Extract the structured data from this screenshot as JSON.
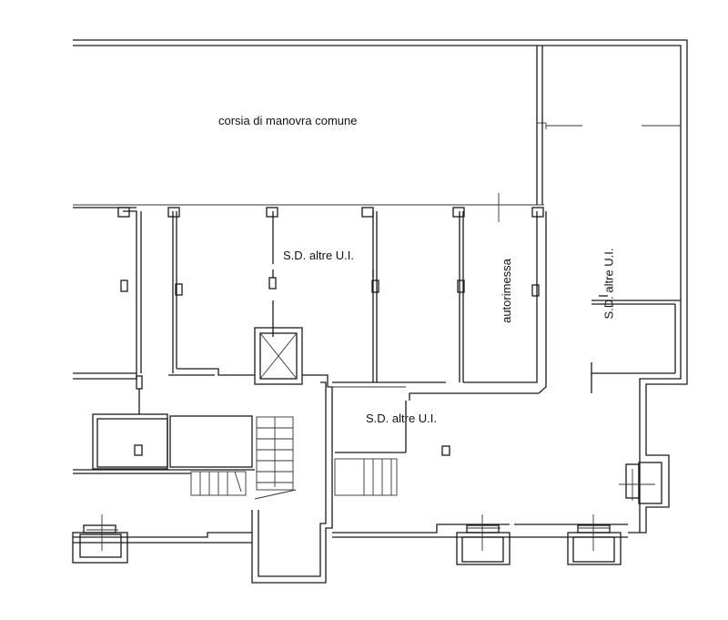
{
  "plan": {
    "labels": {
      "corridor": "corsia  di manovra comune",
      "sd_center": "S.D. altre U.I.",
      "garage": "autorimessa",
      "sd_right": "S.D. altre U.I.",
      "sd_lower": "S.D. altre U.I."
    },
    "line_color": "#1a1a1a"
  }
}
